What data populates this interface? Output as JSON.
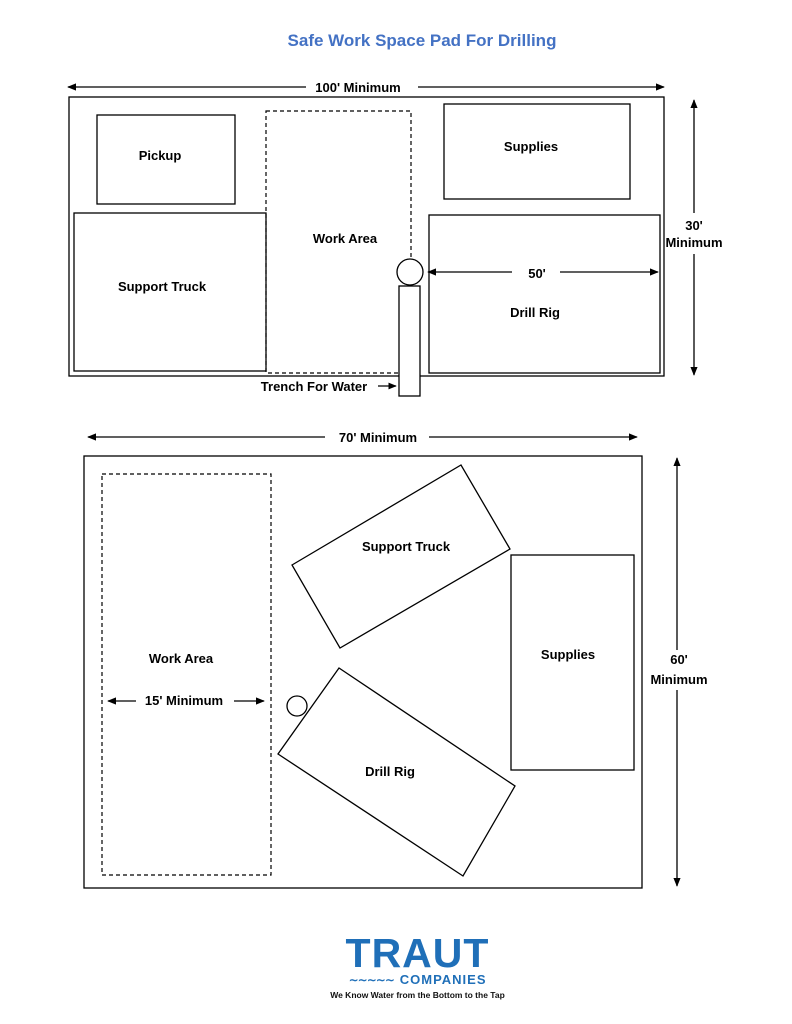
{
  "title": "Safe Work Space Pad For Drilling",
  "layout_1": {
    "width_label": "100' Minimum",
    "height_label_line1": "30'",
    "height_label_line2": "Minimum",
    "pickup": "Pickup",
    "work_area": "Work Area",
    "supplies": "Supplies",
    "support_truck": "Support Truck",
    "drill_rig": "Drill Rig",
    "rig_length": "50'",
    "trench": "Trench For Water"
  },
  "layout_2": {
    "width_label": "70' Minimum",
    "height_label_line1": "60'",
    "height_label_line2": "Minimum",
    "work_area": "Work Area",
    "work_area_width": "15' Minimum",
    "support_truck": "Support Truck",
    "supplies": "Supplies",
    "drill_rig": "Drill Rig"
  },
  "logo": {
    "name": "TRAUT",
    "subtitle": "COMPANIES",
    "tagline": "We Know Water from the Bottom to the Tap",
    "brand_color": "#1f6fb8"
  },
  "colors": {
    "title": "#4472c4",
    "lines": "#000000"
  }
}
